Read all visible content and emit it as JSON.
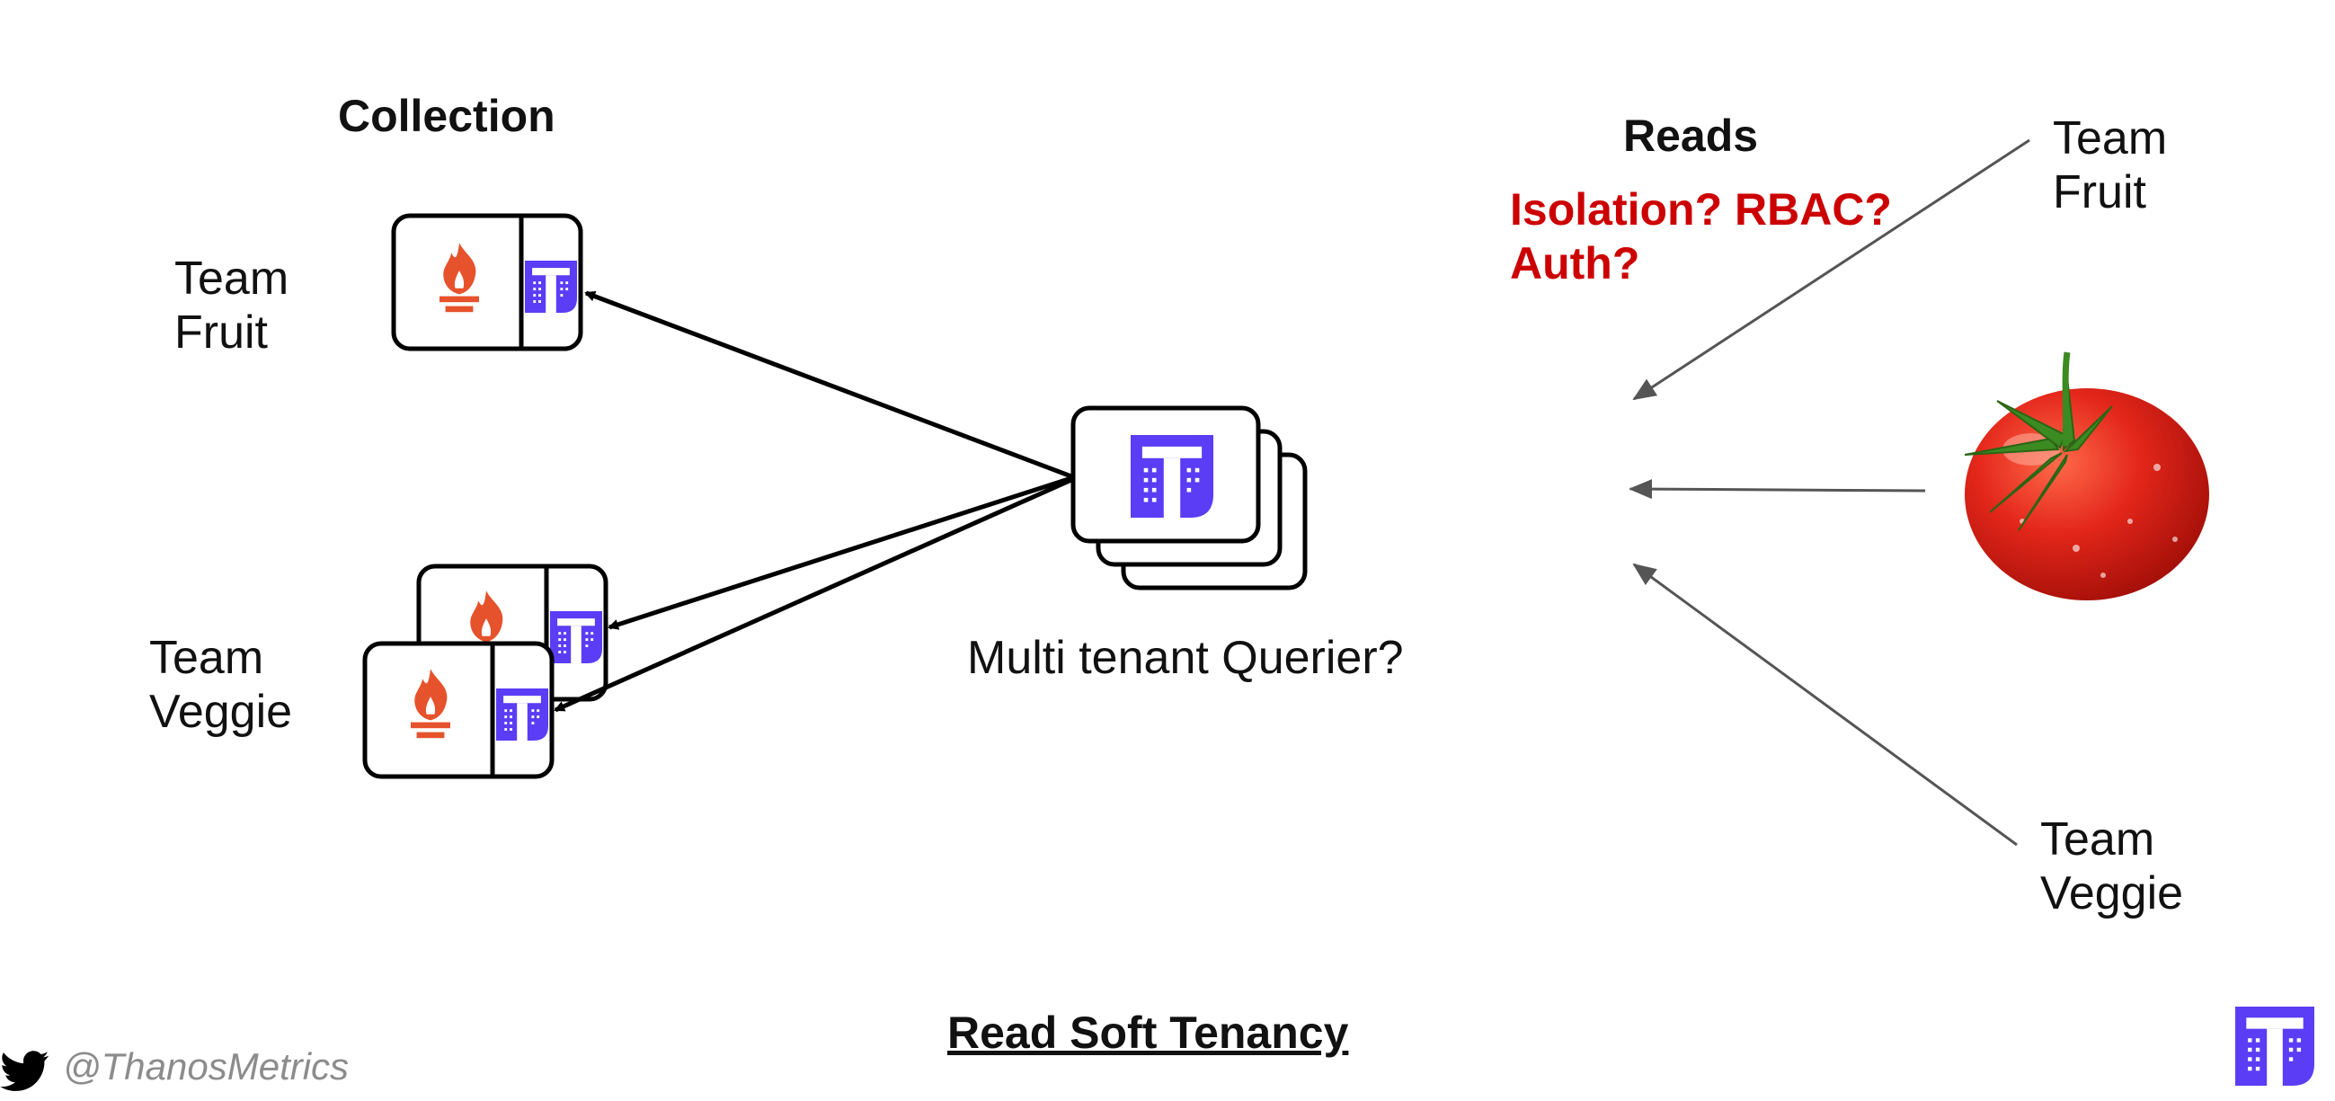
{
  "collection": {
    "heading": "Collection",
    "team_fruit": [
      "Team",
      "Fruit"
    ],
    "team_veggie": [
      "Team",
      "Veggie"
    ]
  },
  "querier": {
    "label": "Multi tenant Querier?"
  },
  "reads": {
    "heading": "Reads",
    "question_line1": "Isolation? RBAC?",
    "question_line2": "Auth?",
    "team_fruit": [
      "Team",
      "Fruit"
    ],
    "team_veggie": [
      "Team",
      "Veggie"
    ]
  },
  "footer": {
    "title": "Read Soft Tenancy",
    "twitter_handle": "@ThanosMetrics"
  },
  "colors": {
    "thanos_purple": "#5b3df5",
    "prometheus_orange": "#e6522c",
    "question_red": "#cc0000",
    "arrow_gray": "#555555"
  },
  "icons": [
    "prometheus-icon",
    "thanos-icon",
    "tomato-icon",
    "twitter-icon"
  ]
}
